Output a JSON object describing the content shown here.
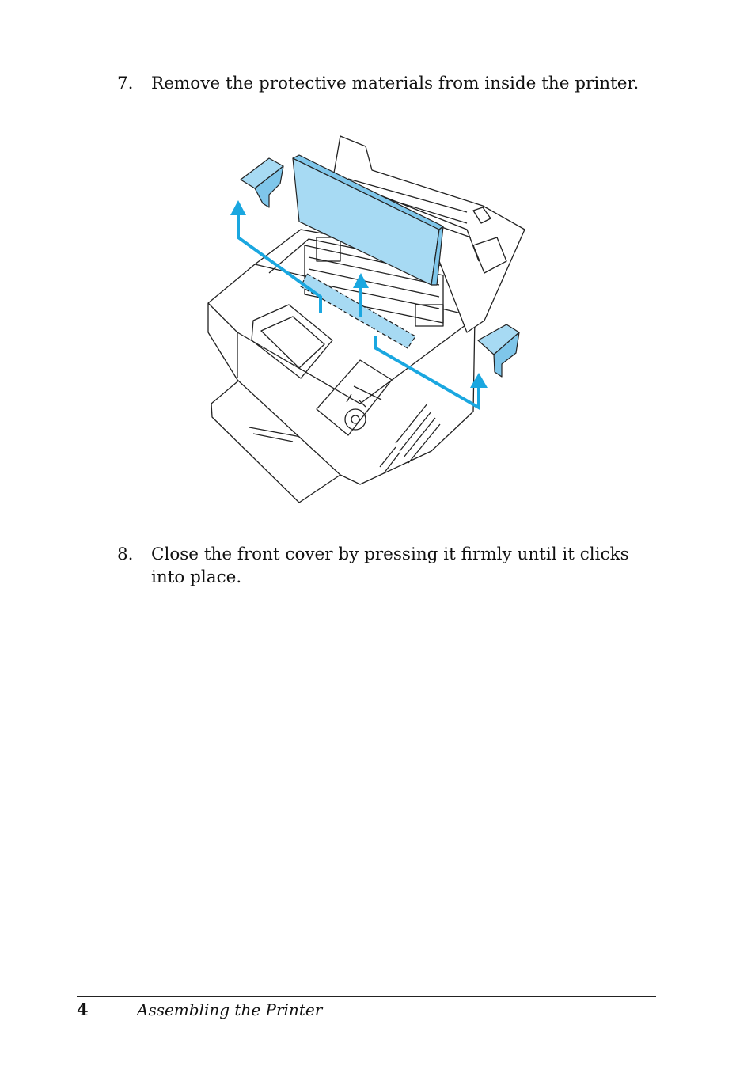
{
  "steps": [
    {
      "number": "7.",
      "text": "Remove the protective materials from inside the printer."
    },
    {
      "number": "8.",
      "text": "Close the front cover by pressing it firmly until it clicks into place."
    }
  ],
  "footer": {
    "page_number": "4",
    "section_title": "Assembling the Printer"
  },
  "colors": {
    "accent": "#1aa7e0",
    "accent_fill": "#a7daf3",
    "line": "#222222"
  }
}
